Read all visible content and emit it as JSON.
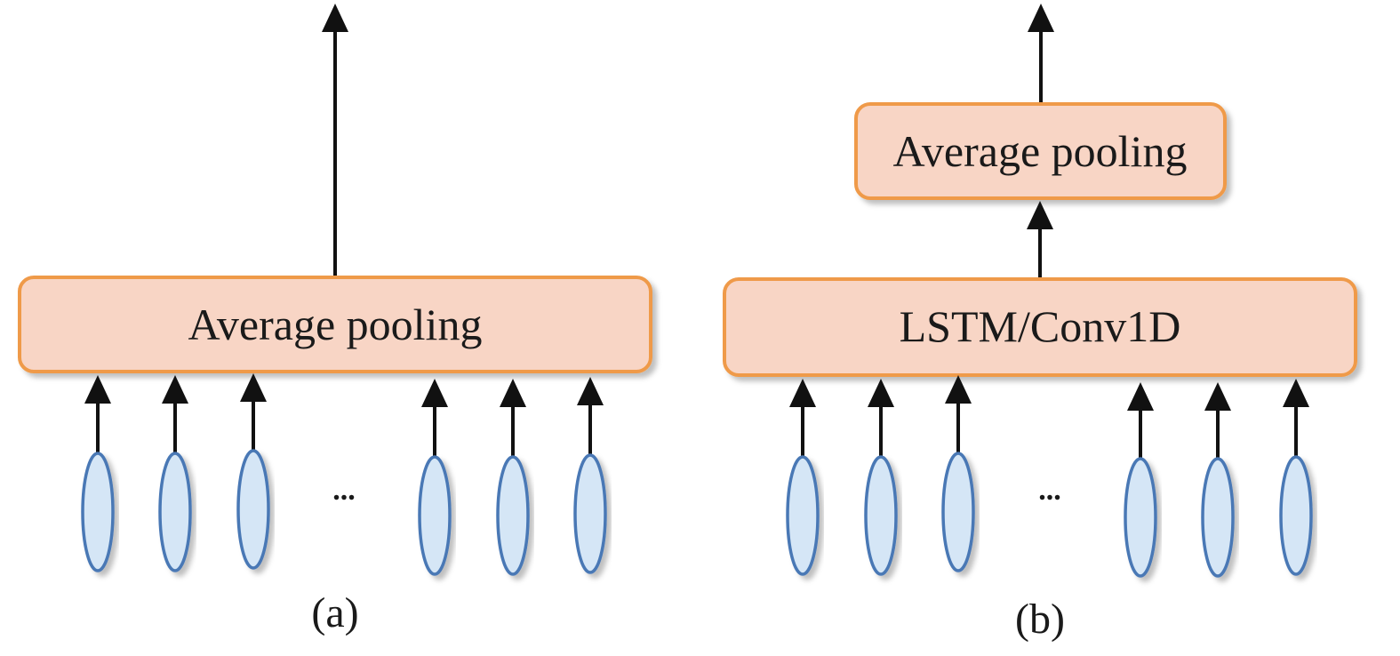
{
  "panel_a": {
    "box_label": "Average pooling",
    "ellipsis": "...",
    "caption": "(a)"
  },
  "panel_b": {
    "top_box_label": "Average pooling",
    "bottom_box_label": "LSTM/Conv1D",
    "ellipsis": "...",
    "caption": "(b)"
  },
  "colors": {
    "box_fill": "#f8d5c5",
    "box_stroke": "#ef9a4a",
    "ellipse_fill": "#d5e6f6",
    "ellipse_stroke": "#4a78b5",
    "arrow": "#111111"
  }
}
